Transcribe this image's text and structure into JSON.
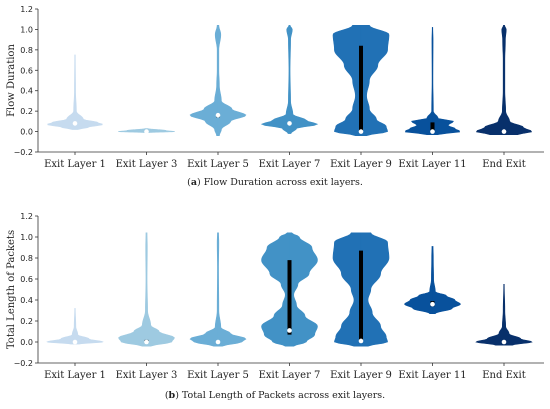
{
  "chart_data": [
    {
      "type": "violin",
      "panel_label": "a",
      "caption": "Flow Duration across exit layers.",
      "ylabel": "Flow Duration",
      "xlabel": "",
      "ylim": [
        -0.2,
        1.2
      ],
      "yticks": [
        "−0.2",
        "0.0",
        "0.2",
        "0.4",
        "0.6",
        "0.8",
        "1.0",
        "1.2"
      ],
      "grid": false,
      "categories": [
        "Exit Layer 1",
        "Exit Layer 3",
        "Exit Layer 5",
        "Exit Layer 7",
        "Exit Layer 9",
        "Exit Layer 11",
        "End Exit"
      ],
      "colors": [
        "#c6dbef",
        "#9ecae1",
        "#6baed6",
        "#4292c6",
        "#2171b5",
        "#08519c",
        "#08306b"
      ],
      "median": [
        0.08,
        0.0,
        0.16,
        0.08,
        0.0,
        0.0,
        0.0
      ],
      "q1": [
        0.07,
        0.0,
        0.14,
        0.07,
        0.0,
        0.0,
        0.0
      ],
      "q3": [
        0.09,
        0.01,
        0.17,
        0.09,
        0.84,
        0.09,
        0.01
      ],
      "min": [
        0.02,
        -0.01,
        -0.04,
        -0.02,
        -0.04,
        -0.03,
        -0.03
      ],
      "max": [
        0.75,
        0.03,
        1.04,
        1.04,
        1.04,
        1.02,
        1.04
      ],
      "density": [
        [
          [
            0.02,
            0.1
          ],
          [
            0.04,
            0.45
          ],
          [
            0.07,
            1.0
          ],
          [
            0.09,
            0.8
          ],
          [
            0.12,
            0.3
          ],
          [
            0.2,
            0.05
          ],
          [
            0.4,
            0.02
          ],
          [
            0.75,
            0.01
          ]
        ],
        [
          [
            -0.01,
            0.1
          ],
          [
            0.0,
            1.0
          ],
          [
            0.01,
            0.7
          ],
          [
            0.03,
            0.05
          ]
        ],
        [
          [
            -0.04,
            0.05
          ],
          [
            0.02,
            0.12
          ],
          [
            0.1,
            0.45
          ],
          [
            0.16,
            1.0
          ],
          [
            0.22,
            0.5
          ],
          [
            0.3,
            0.12
          ],
          [
            0.45,
            0.05
          ],
          [
            0.6,
            0.03
          ],
          [
            0.8,
            0.03
          ],
          [
            0.95,
            0.1
          ],
          [
            1.04,
            0.03
          ]
        ],
        [
          [
            -0.02,
            0.05
          ],
          [
            0.03,
            0.25
          ],
          [
            0.07,
            1.0
          ],
          [
            0.11,
            0.6
          ],
          [
            0.17,
            0.12
          ],
          [
            0.3,
            0.04
          ],
          [
            0.6,
            0.02
          ],
          [
            0.9,
            0.04
          ],
          [
            1.0,
            0.1
          ],
          [
            1.04,
            0.02
          ]
        ],
        [
          [
            -0.04,
            0.2
          ],
          [
            0.0,
            0.95
          ],
          [
            0.05,
            0.9
          ],
          [
            0.12,
            0.55
          ],
          [
            0.22,
            0.3
          ],
          [
            0.35,
            0.2
          ],
          [
            0.5,
            0.3
          ],
          [
            0.65,
            0.6
          ],
          [
            0.8,
            0.95
          ],
          [
            0.95,
            1.0
          ],
          [
            1.04,
            0.3
          ]
        ],
        [
          [
            -0.03,
            0.2
          ],
          [
            0.0,
            1.0
          ],
          [
            0.03,
            0.8
          ],
          [
            0.06,
            0.55
          ],
          [
            0.1,
            0.75
          ],
          [
            0.13,
            0.2
          ],
          [
            0.2,
            0.03
          ],
          [
            0.5,
            0.015
          ],
          [
            0.9,
            0.02
          ],
          [
            1.02,
            0.01
          ]
        ],
        [
          [
            -0.03,
            0.5
          ],
          [
            0.0,
            1.0
          ],
          [
            0.04,
            0.7
          ],
          [
            0.1,
            0.2
          ],
          [
            0.2,
            0.06
          ],
          [
            0.4,
            0.03
          ],
          [
            0.7,
            0.03
          ],
          [
            0.9,
            0.05
          ],
          [
            1.0,
            0.08
          ],
          [
            1.04,
            0.02
          ]
        ]
      ]
    },
    {
      "type": "violin",
      "panel_label": "b",
      "caption": "Total Length of Packets across exit layers.",
      "ylabel": "Total Length of Packets",
      "xlabel": "",
      "ylim": [
        -0.2,
        1.2
      ],
      "yticks": [
        "−0.2",
        "0.0",
        "0.2",
        "0.4",
        "0.6",
        "0.8",
        "1.0",
        "1.2"
      ],
      "grid": false,
      "categories": [
        "Exit Layer 1",
        "Exit Layer 3",
        "Exit Layer 5",
        "Exit Layer 7",
        "Exit Layer 9",
        "Exit Layer 11",
        "End Exit"
      ],
      "colors": [
        "#c6dbef",
        "#9ecae1",
        "#6baed6",
        "#4292c6",
        "#2171b5",
        "#08519c",
        "#08306b"
      ],
      "median": [
        0.0,
        0.0,
        0.0,
        0.11,
        0.01,
        0.36,
        0.0
      ],
      "q1": [
        0.0,
        0.0,
        0.0,
        0.07,
        0.02,
        0.34,
        0.0
      ],
      "q3": [
        0.01,
        0.02,
        0.01,
        0.78,
        0.87,
        0.39,
        0.01
      ],
      "min": [
        -0.02,
        -0.04,
        -0.04,
        -0.04,
        -0.04,
        0.27,
        -0.03
      ],
      "max": [
        0.32,
        1.04,
        1.04,
        1.04,
        1.04,
        0.91,
        0.55
      ],
      "density": [
        [
          [
            -0.02,
            0.15
          ],
          [
            0.0,
            1.0
          ],
          [
            0.03,
            0.5
          ],
          [
            0.07,
            0.1
          ],
          [
            0.15,
            0.03
          ],
          [
            0.32,
            0.01
          ]
        ],
        [
          [
            -0.04,
            0.15
          ],
          [
            0.0,
            0.9
          ],
          [
            0.04,
            1.0
          ],
          [
            0.1,
            0.45
          ],
          [
            0.16,
            0.15
          ],
          [
            0.3,
            0.04
          ],
          [
            0.6,
            0.02
          ],
          [
            0.9,
            0.03
          ],
          [
            1.04,
            0.02
          ]
        ],
        [
          [
            -0.04,
            0.15
          ],
          [
            0.0,
            0.85
          ],
          [
            0.03,
            1.0
          ],
          [
            0.08,
            0.45
          ],
          [
            0.14,
            0.1
          ],
          [
            0.3,
            0.03
          ],
          [
            0.7,
            0.02
          ],
          [
            0.95,
            0.03
          ],
          [
            1.04,
            0.02
          ]
        ],
        [
          [
            -0.04,
            0.15
          ],
          [
            0.0,
            0.6
          ],
          [
            0.07,
            0.9
          ],
          [
            0.15,
            1.0
          ],
          [
            0.25,
            0.55
          ],
          [
            0.35,
            0.25
          ],
          [
            0.45,
            0.15
          ],
          [
            0.55,
            0.3
          ],
          [
            0.65,
            0.7
          ],
          [
            0.78,
            1.0
          ],
          [
            0.9,
            0.8
          ],
          [
            1.0,
            0.35
          ],
          [
            1.04,
            0.08
          ]
        ],
        [
          [
            -0.04,
            0.25
          ],
          [
            0.0,
            0.95
          ],
          [
            0.05,
            0.9
          ],
          [
            0.15,
            0.7
          ],
          [
            0.28,
            0.4
          ],
          [
            0.4,
            0.25
          ],
          [
            0.5,
            0.35
          ],
          [
            0.65,
            0.7
          ],
          [
            0.8,
            1.0
          ],
          [
            0.95,
            0.95
          ],
          [
            1.04,
            0.35
          ]
        ],
        [
          [
            0.27,
            0.1
          ],
          [
            0.32,
            0.7
          ],
          [
            0.36,
            1.0
          ],
          [
            0.4,
            0.8
          ],
          [
            0.44,
            0.5
          ],
          [
            0.48,
            0.1
          ],
          [
            0.6,
            0.04
          ],
          [
            0.8,
            0.03
          ],
          [
            0.91,
            0.02
          ]
        ],
        [
          [
            -0.03,
            0.3
          ],
          [
            0.0,
            1.0
          ],
          [
            0.03,
            0.6
          ],
          [
            0.08,
            0.18
          ],
          [
            0.15,
            0.06
          ],
          [
            0.3,
            0.03
          ],
          [
            0.55,
            0.01
          ]
        ]
      ]
    }
  ]
}
